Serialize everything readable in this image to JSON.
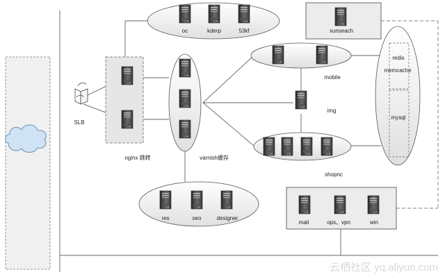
{
  "labels": {
    "slb": "SLB",
    "nginx": "nginx 跳转",
    "varnish": "varnish缓存",
    "mobile": "mobile",
    "img": "img",
    "shopnc": "shopnc",
    "redis": "redis",
    "memcache": "memcache",
    "mysql": "mysql",
    "xunseach": "xunseach",
    "oc": "oc",
    "kderp": "kderp",
    "ls53": "53kf",
    "res": "res",
    "seo": "seo",
    "designer": "designer",
    "mail": "mail",
    "opsvpn": "ops、vpn",
    "win": "win"
  },
  "watermark": "云栖社区 yq.aliyun.com",
  "colors": {
    "line": "#333333",
    "dash": "#555555",
    "group_fill": "#e6e6e6",
    "cloud_fill": "#cfe3f5",
    "server_dark": "#3a3a3a",
    "server_light": "#8c8c8c"
  }
}
